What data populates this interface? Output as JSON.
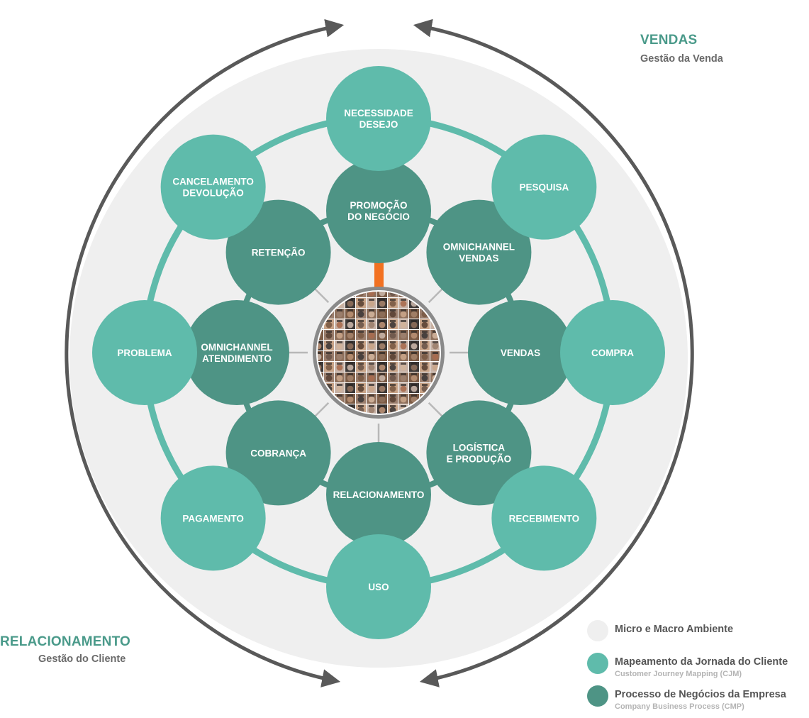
{
  "colors": {
    "ambient": "#efefef",
    "cjm": "#5fbbab",
    "cmp": "#4e9485",
    "arrow": "#595959",
    "accent_bar": "#f27121",
    "spoke": "#b8b8b8",
    "frame": "#8a8a8a",
    "title_teal": "#4a9a8a"
  },
  "corners": {
    "top_right": {
      "title": "VENDAS",
      "subtitle": "Gestão da Venda"
    },
    "bottom_left": {
      "title": "RELACIONAMENTO",
      "subtitle": "Gestão do Cliente"
    }
  },
  "center": {
    "icon": "customer-faces-collage"
  },
  "cjm_nodes": [
    {
      "id": "necessidade",
      "lines": [
        "NECESSIDADE",
        "DESEJO"
      ]
    },
    {
      "id": "pesquisa",
      "lines": [
        "PESQUISA"
      ]
    },
    {
      "id": "compra",
      "lines": [
        "COMPRA"
      ]
    },
    {
      "id": "recebimento",
      "lines": [
        "RECEBIMENTO"
      ]
    },
    {
      "id": "uso",
      "lines": [
        "USO"
      ]
    },
    {
      "id": "pagamento",
      "lines": [
        "PAGAMENTO"
      ]
    },
    {
      "id": "problema",
      "lines": [
        "PROBLEMA"
      ]
    },
    {
      "id": "cancelamento",
      "lines": [
        "CANCELAMENTO",
        "DEVOLUÇÃO"
      ]
    }
  ],
  "cmp_nodes": [
    {
      "id": "promocao",
      "lines": [
        "PROMOÇÃO",
        "DO NEGÓCIO"
      ]
    },
    {
      "id": "omni-vendas",
      "lines": [
        "OMNICHANNEL",
        "VENDAS"
      ]
    },
    {
      "id": "vendas",
      "lines": [
        "VENDAS"
      ]
    },
    {
      "id": "logistica",
      "lines": [
        "LOGÍSTICA",
        "E PRODUÇÃO"
      ]
    },
    {
      "id": "relacionamento",
      "lines": [
        "RELACIONAMENTO"
      ]
    },
    {
      "id": "cobranca",
      "lines": [
        "COBRANÇA"
      ]
    },
    {
      "id": "omni-atendimento",
      "lines": [
        "OMNICHANNEL",
        "ATENDIMENTO"
      ]
    },
    {
      "id": "retencao",
      "lines": [
        "RETENÇÃO"
      ]
    }
  ],
  "legend": [
    {
      "title": "Micro e Macro Ambiente",
      "subtitle": "",
      "color": "#efefef"
    },
    {
      "title": "Mapeamento da Jornada do Cliente",
      "subtitle": "Customer Journey Mapping (CJM)",
      "color": "#5fbbab"
    },
    {
      "title": "Processo de Negócios da Empresa",
      "subtitle": "Company Business Process (CMP)",
      "color": "#4e9485"
    }
  ]
}
